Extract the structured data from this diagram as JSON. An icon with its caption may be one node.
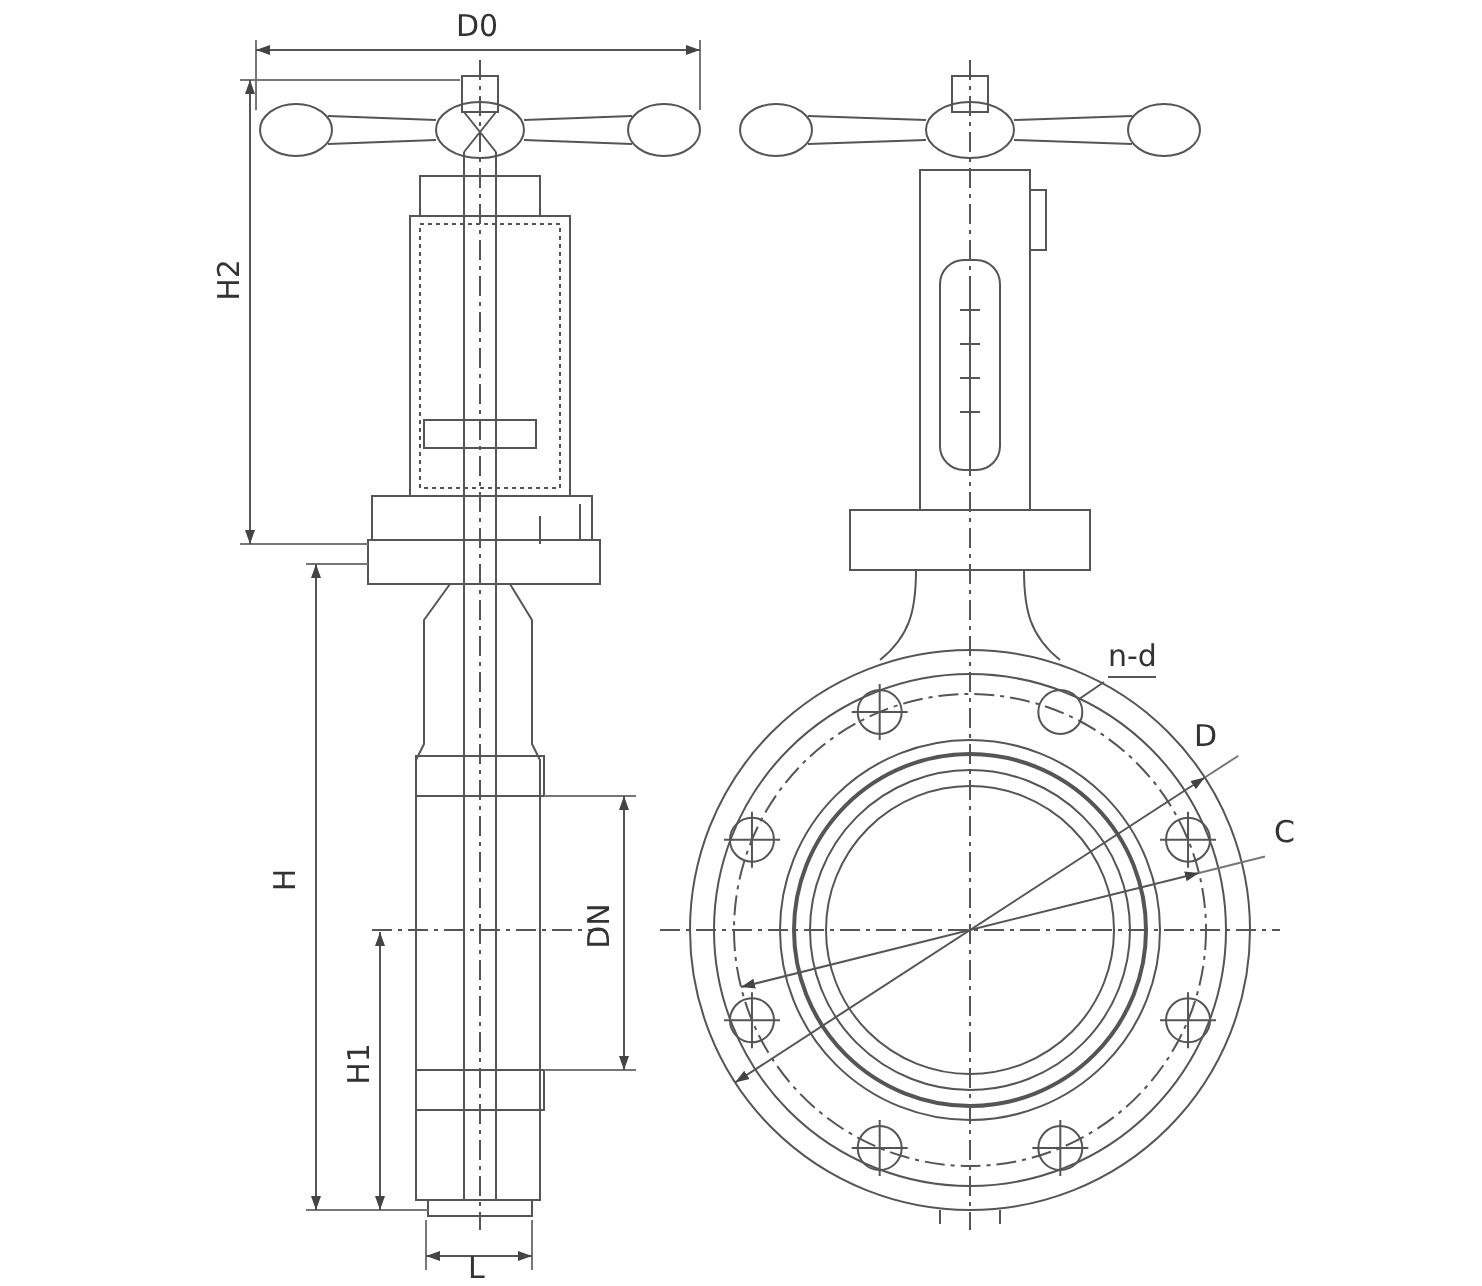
{
  "diagram": {
    "nodes": [
      {
        "text": [
          "n-d"
        ]
      },
      {
        "text": [],
        "shape": "circle"
      }
    ],
    "edges": [
      {
        "from": 0,
        "to": 1,
        "arrow": "none"
      }
    ],
    "labels": [
      "D0",
      "H2",
      "H",
      "H1",
      "DN",
      "L",
      "D",
      "C"
    ]
  }
}
